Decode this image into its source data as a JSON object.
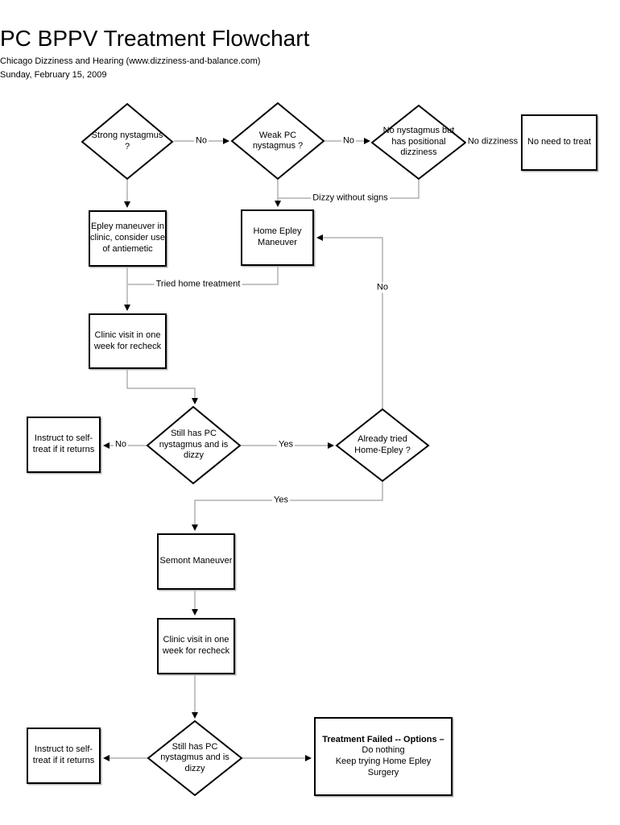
{
  "header": {
    "title": "PC BPPV Treatment Flowchart",
    "subtitle": "Chicago Dizziness and Hearing (www.dizziness-and-balance.com)",
    "date": "Sunday, February 15, 2009"
  },
  "colors": {
    "shape_border": "#000000",
    "connector": "#8a8a8a",
    "arrowhead": "#000000",
    "background": "#ffffff"
  },
  "nodes": {
    "strong_nystagmus": {
      "type": "decision",
      "lines": [
        "Strong  nystagmus",
        "?"
      ]
    },
    "weak_pc": {
      "type": "decision",
      "lines": [
        "Weak PC",
        "nystagmus ?"
      ]
    },
    "no_nystagmus": {
      "type": "decision",
      "lines": [
        "No nystagmus but",
        "has positional",
        "dizziness"
      ]
    },
    "no_need_to_treat": {
      "type": "process",
      "lines": [
        "No need to treat"
      ]
    },
    "epley_clinic": {
      "type": "process",
      "lines": [
        "Epley maneuver in",
        "clinic, consider use",
        "of antiemetic"
      ]
    },
    "home_epley": {
      "type": "process",
      "lines": [
        "Home Epley",
        "Maneuver"
      ]
    },
    "clinic_recheck_1": {
      "type": "process",
      "lines": [
        "Clinic visit in one",
        "week for recheck"
      ]
    },
    "instruct_self_treat_1": {
      "type": "process",
      "lines": [
        "Instruct to self-",
        "treat if it returns"
      ]
    },
    "still_nystagmus_1": {
      "type": "decision",
      "lines": [
        "Still has PC",
        "nystagmus and is",
        "dizzy"
      ]
    },
    "already_tried": {
      "type": "decision",
      "lines": [
        "Already tried",
        "Home-Epley ?"
      ]
    },
    "semont": {
      "type": "process",
      "lines": [
        "Semont Maneuver"
      ]
    },
    "clinic_recheck_2": {
      "type": "process",
      "lines": [
        "Clinic visit in one",
        "week for recheck"
      ]
    },
    "instruct_self_treat_2": {
      "type": "process",
      "lines": [
        "Instruct to self-",
        "treat if it returns"
      ]
    },
    "still_nystagmus_2": {
      "type": "decision",
      "lines": [
        "Still has PC",
        "nystagmus and is",
        "dizzy"
      ]
    },
    "treatment_failed": {
      "type": "process",
      "lines": [
        "Treatment Failed -- Options –",
        "Do nothing",
        "Keep trying Home Epley",
        "Surgery"
      ]
    }
  },
  "edge_labels": {
    "strong_to_weak": "No",
    "weak_to_nonystagmus": "No",
    "no_dizziness": "No dizziness",
    "dizzy_without_signs": "Dizzy without signs",
    "tried_home_treatment": "Tried home treatment",
    "still1_no": "No",
    "still1_yes": "Yes",
    "already_no": "No",
    "already_yes": "Yes"
  }
}
